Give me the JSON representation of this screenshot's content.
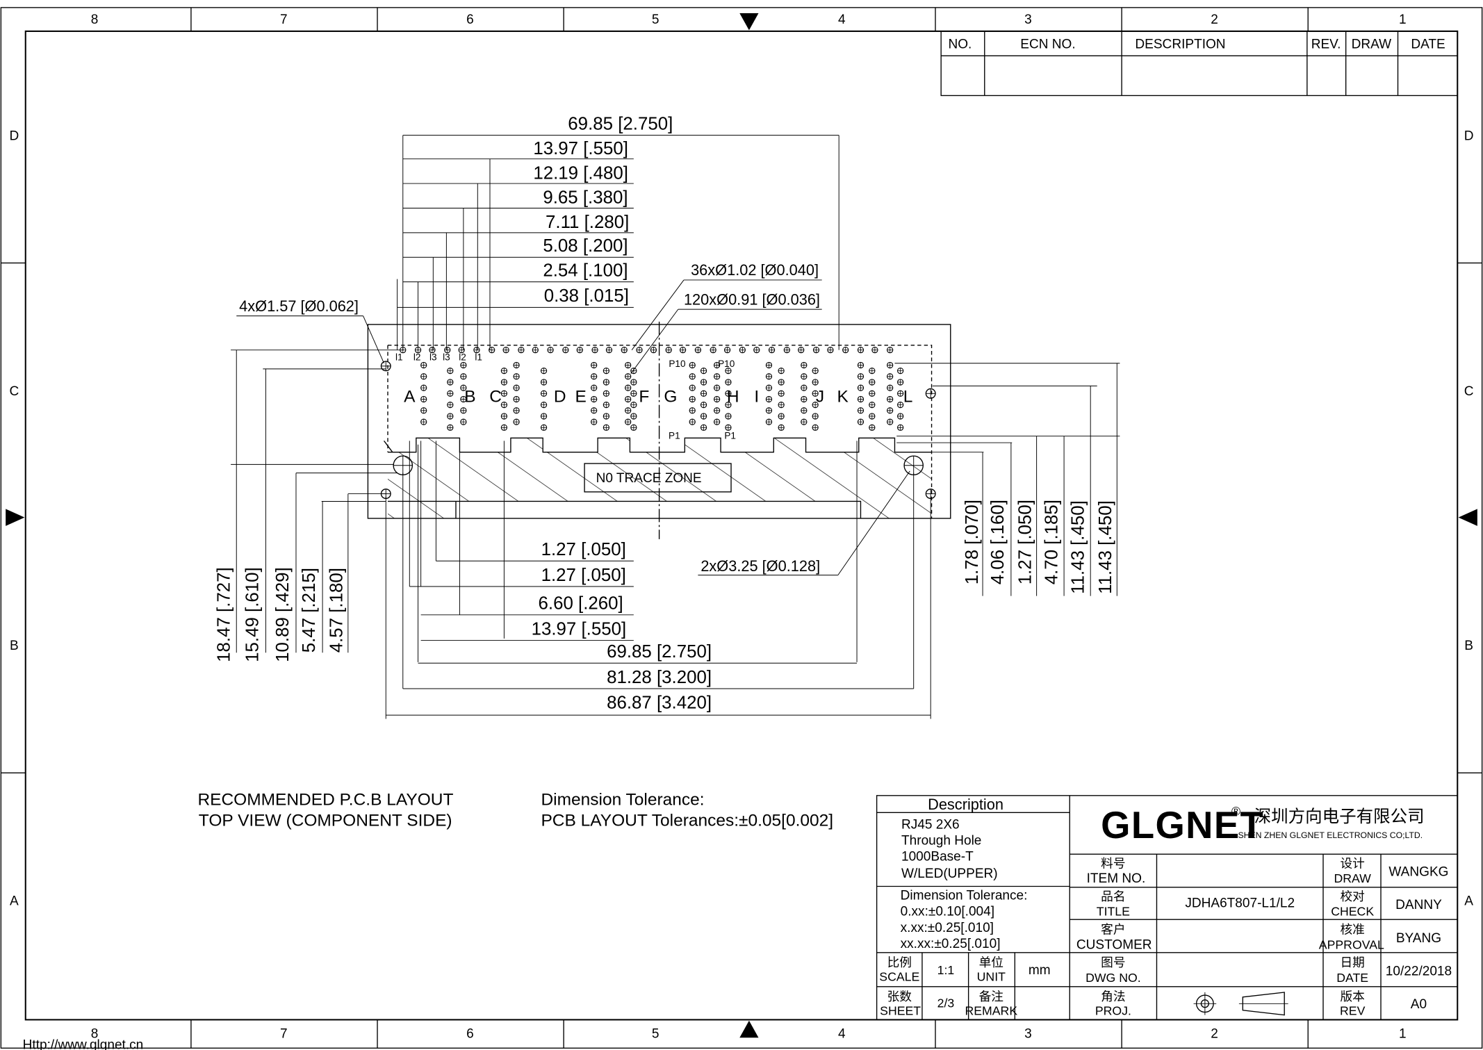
{
  "sheet": {
    "column_numbers": [
      "8",
      "7",
      "6",
      "5",
      "4",
      "3",
      "2",
      "1"
    ],
    "row_letters": [
      "D",
      "C",
      "B",
      "A"
    ],
    "footer_url": "Http://www.glgnet.cn"
  },
  "revision_table": {
    "headers": [
      "NO.",
      "ECN NO.",
      "DESCRIPTION",
      "REV.",
      "DRAW",
      "DATE"
    ]
  },
  "drawing": {
    "top_dims": [
      "69.85 [2.750]",
      "13.97 [.550]",
      "12.19 [.480]",
      "9.65 [.380]",
      "7.11 [.280]",
      "5.08 [.200]",
      "2.54 [.100]",
      "0.38 [.015]"
    ],
    "callout_mount_holes": "4xØ1.57 [Ø0.062]",
    "callout_led_holes": "36xØ1.02 [Ø0.040]",
    "callout_signal_holes": "120xØ0.91 [Ø0.036]",
    "callout_peg_holes": "2xØ3.25 [Ø0.128]",
    "no_trace_zone": "N0 TRACE ZONE",
    "port_letters": [
      "A",
      "B",
      "C",
      "D",
      "E",
      "F",
      "G",
      "H",
      "I",
      "J",
      "K",
      "L"
    ],
    "led_pin_labels": [
      "l1",
      "l2",
      "l3",
      "l3",
      "l2",
      "l1"
    ],
    "pin_label_p10": "P10",
    "pin_label_p1": "P1",
    "bottom_dims": [
      "1.27 [.050]",
      "1.27 [.050]",
      "6.60 [.260]",
      "13.97 [.550]",
      "69.85 [2.750]",
      "81.28 [3.200]",
      "86.87 [3.420]"
    ],
    "left_dims": [
      "18.47 [.727]",
      "15.49 [.610]",
      "10.89 [.429]",
      "5.47 [.215]",
      "4.57 [.180]"
    ],
    "right_dims": [
      "1.78 [.070]",
      "4.06 [.160]",
      "1.27 [.050]",
      "4.70 [.185]",
      "11.43 [.450]",
      "11.43 [.450]"
    ]
  },
  "notes": {
    "layout_title_1": "RECOMMENDED P.C.B LAYOUT",
    "layout_title_2": "TOP VIEW (COMPONENT SIDE)",
    "tolerance_title": "Dimension Tolerance:",
    "tolerance_pcb": "PCB LAYOUT Tolerances:±0.05[0.002]"
  },
  "title_block": {
    "description_header": "Description",
    "description_lines": [
      "RJ45 2X6",
      "Through Hole",
      "1000Base-T",
      "W/LED(UPPER)"
    ],
    "tolerance_lines": [
      "Dimension Tolerance:",
      "0.xx:±0.10[.004]",
      "x.xx:±0.25[.010]",
      "xx.xx:±0.25[.010]"
    ],
    "logo": "GLGNET",
    "registered": "®",
    "company_cn": "深圳方向电子有限公司",
    "company_en": "SHEN ZHEN GLGNET ELECTRONICS CO;LTD.",
    "item_no_cn": "料号",
    "item_no_en": "ITEM NO.",
    "title_cn": "品名",
    "title_en": "TITLE",
    "title_value": "JDHA6T807-L1/L2",
    "customer_cn": "客户",
    "customer_en": "CUSTOMER",
    "dwg_cn": "图号",
    "dwg_en": "DWG NO.",
    "proj_cn": "角法",
    "proj_en": "PROJ.",
    "scale_cn": "比例",
    "scale_en": "SCALE",
    "scale_value": "1:1",
    "unit_cn": "单位",
    "unit_en": "UNIT",
    "unit_value": "mm",
    "sheet_cn": "张数",
    "sheet_en": "SHEET",
    "sheet_value": "2/3",
    "remark_cn": "备注",
    "remark_en": "REMARK",
    "draw_cn": "设计",
    "draw_en": "DRAW",
    "draw_value": "WANGKG",
    "check_cn": "校对",
    "check_en": "CHECK",
    "check_value": "DANNY",
    "approval_cn": "核准",
    "approval_en": "APPROVAL",
    "approval_value": "BYANG",
    "date_cn": "日期",
    "date_en": "DATE",
    "date_value": "10/22/2018",
    "rev_cn": "版本",
    "rev_en": "REV",
    "rev_value": "A0"
  }
}
